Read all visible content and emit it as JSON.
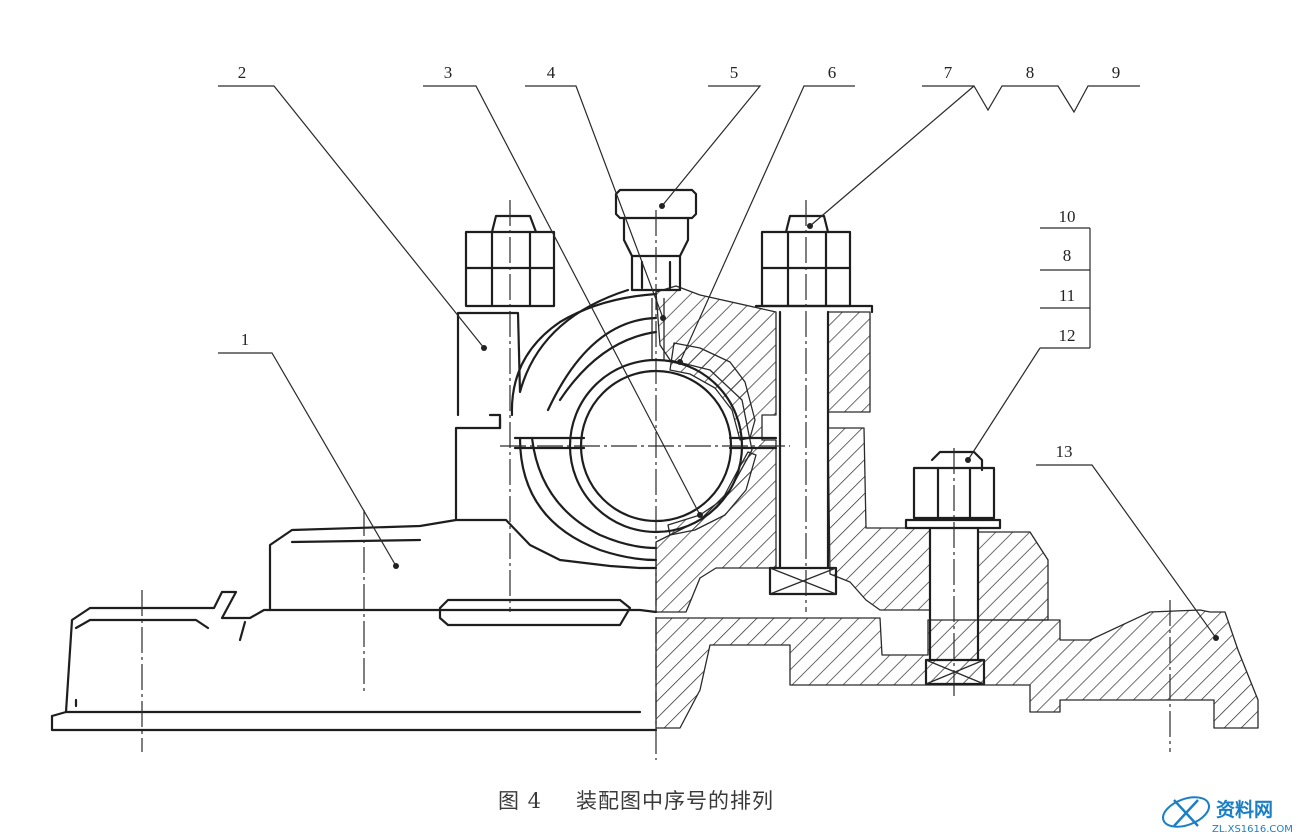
{
  "figure": {
    "caption_number": "图 4",
    "caption_text": "装配图中序号的排列"
  },
  "part_numbers": [
    "1",
    "2",
    "3",
    "4",
    "5",
    "6",
    "7",
    "8",
    "9",
    "10",
    "8",
    "11",
    "12",
    "13"
  ],
  "watermark": {
    "brand": "资料网",
    "url": "ZL.XS1616.COM",
    "color": "#1a7fc4"
  }
}
